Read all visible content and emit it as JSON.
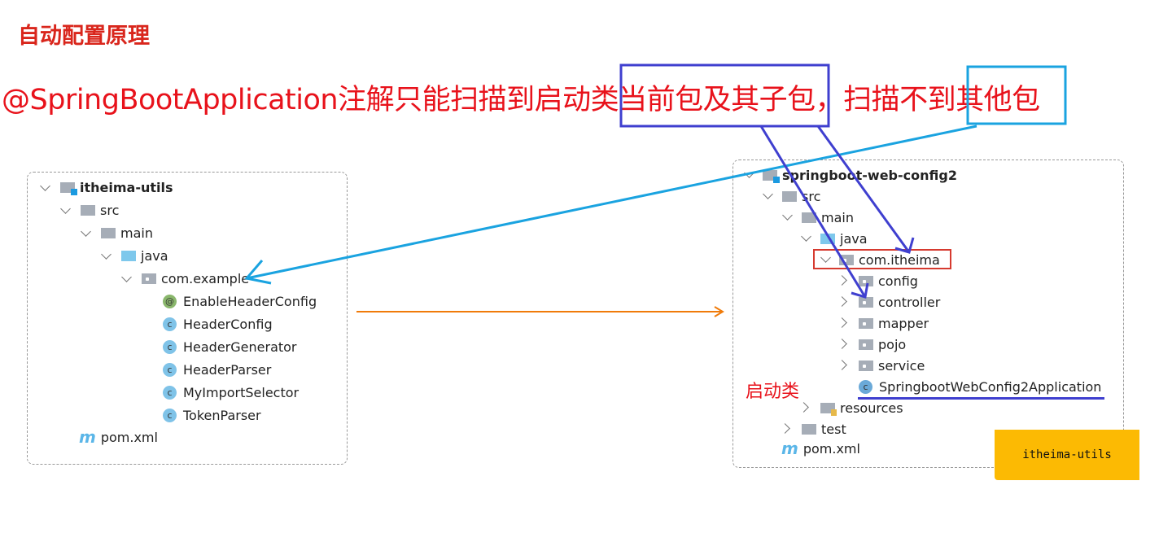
{
  "title": "自动配置原理",
  "headline": "@SpringBootApplication注解只能扫描到启动类当前包及其子包，扫描不到其他包",
  "left_tree": {
    "project": "itheima-utils",
    "src": "src",
    "main": "main",
    "java": "java",
    "package": "com.example",
    "classes": [
      {
        "name": "EnableHeaderConfig",
        "icon": "annotation-icon",
        "glyph": "@"
      },
      {
        "name": "HeaderConfig",
        "icon": "class-icon",
        "glyph": "c"
      },
      {
        "name": "HeaderGenerator",
        "icon": "class-icon",
        "glyph": "c"
      },
      {
        "name": "HeaderParser",
        "icon": "class-icon",
        "glyph": "c"
      },
      {
        "name": "MyImportSelector",
        "icon": "class-icon",
        "glyph": "c"
      },
      {
        "name": "TokenParser",
        "icon": "class-icon",
        "glyph": "c"
      }
    ],
    "pom": "pom.xml",
    "maven_glyph": "m"
  },
  "right_tree": {
    "project": "springboot-web-config2",
    "src": "src",
    "main": "main",
    "java": "java",
    "package": "com.itheima",
    "subpackages": [
      "config",
      "controller",
      "mapper",
      "pojo",
      "service"
    ],
    "app_class": "SpringbootWebConfig2Application",
    "app_glyph": "c",
    "resources": "resources",
    "test": "test",
    "pom": "pom.xml",
    "maven_glyph": "m"
  },
  "startup_label": "启动类",
  "sticky_note": "itheima-utils",
  "colors": {
    "red": "#e8121b",
    "blue_box": "#3f3fcf",
    "cyan": "#1aa3e0",
    "orange": "#f07b0a",
    "yellow_note": "#fcba03"
  }
}
